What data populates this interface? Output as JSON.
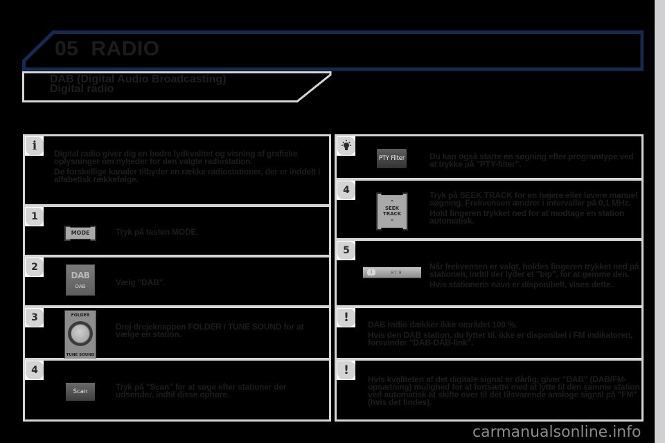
{
  "header": {
    "section_number": "05",
    "section_title": "RADIO",
    "border_color": "#142a52"
  },
  "subheader": {
    "line1": "DAB (Digital Audio Broadcasting)",
    "line2": "Digital radio"
  },
  "left_panels": [
    {
      "badge": "i",
      "badge_type": "info",
      "paragraphs": [
        "Digital radio giver dig en bedre lydkvalitet og visning af grafiske oplysninger om nyheder for den valgte radiostation.",
        "De forskellige kanaler tilbyder en række radiostationer, der er inddelt i alfabetisk rækkefølge."
      ]
    },
    {
      "badge": "1",
      "badge_type": "step",
      "illustration": {
        "type": "mode-button",
        "label": "MODE"
      },
      "paragraphs": [
        "Tryk på tasten MODE."
      ]
    },
    {
      "badge": "2",
      "badge_type": "step",
      "illustration": {
        "type": "dab-button",
        "logo": "DAB",
        "label": "DAB"
      },
      "paragraphs": [
        "Vælg \"DAB\"."
      ]
    },
    {
      "badge": "3",
      "badge_type": "step",
      "illustration": {
        "type": "knob",
        "top_label": "FOLDER",
        "bottom_label": "TUNE SOUND"
      },
      "paragraphs": [
        "Drej drejeknappen FOLDER / TUNE SOUND for at vælge en station."
      ]
    },
    {
      "badge": "4",
      "badge_type": "step",
      "illustration": {
        "type": "scan-button",
        "label": "Scan"
      },
      "paragraphs": [
        "Tryk på \"Scan\" for at søge efter stationer der udsender, indtil disse ophøre."
      ]
    }
  ],
  "right_panels": [
    {
      "badge": "tip",
      "badge_type": "tip",
      "badge_icon": "lightbulb-icon",
      "illustration": {
        "type": "pty-button",
        "label": "PTY Filter"
      },
      "paragraphs": [
        "Du kan også starte en søgning efter programtype ved at trykke på \"PTY-filter\"."
      ]
    },
    {
      "badge": "4",
      "badge_type": "step",
      "illustration": {
        "type": "seek-button",
        "arrow_up": "^",
        "label_line1": "SEEK",
        "label_line2": "TRACK",
        "arrow_down": "v"
      },
      "paragraphs": [
        "Tryk på SEEK TRACK for en højere eller lavere manuel søgning. Frekvensen ændrer i intervaller på 0,1 MHz.",
        "Hold fingeren trykket ned for at modtage en station automatisk."
      ]
    },
    {
      "badge": "5",
      "badge_type": "step",
      "illustration": {
        "type": "station-bar",
        "preset": "1",
        "frequency": "87.9"
      },
      "paragraphs": [
        "Når frekvensen er valgt, holdes fingeren trykket ned på stationen, indtil der lyder et \"bip\", for at gemme den.",
        "Hvis stationens navn er disponibelt, vises dette."
      ]
    },
    {
      "badge": "!",
      "badge_type": "warning",
      "paragraphs": [
        "DAB radio dækker ikke området 100 %.",
        "Hvis den DAB station, du lytter til, ikke er disponibel i FM indikatoren, forsvinder \"DAB-DAB-link\"."
      ]
    },
    {
      "badge": "!",
      "badge_type": "warning",
      "paragraphs": [
        "Hvis kvaliteten af det digitale signal er dårlig, giver \"DAB\" (DAB/FM-opsætning) mulighed for at fortsætte med at lytte til den samme station ved automatisk at skifte over til det tilsvarende analoge signal på \"FM\" (hvis det findes)."
      ]
    }
  ],
  "watermark": "carmanualsonline.info",
  "colors": {
    "background": "#000000",
    "panel_border": "#d6d6d6",
    "header_border": "#142a52",
    "text": "#1c1c1c",
    "right_strip": "#d0d0d2"
  }
}
